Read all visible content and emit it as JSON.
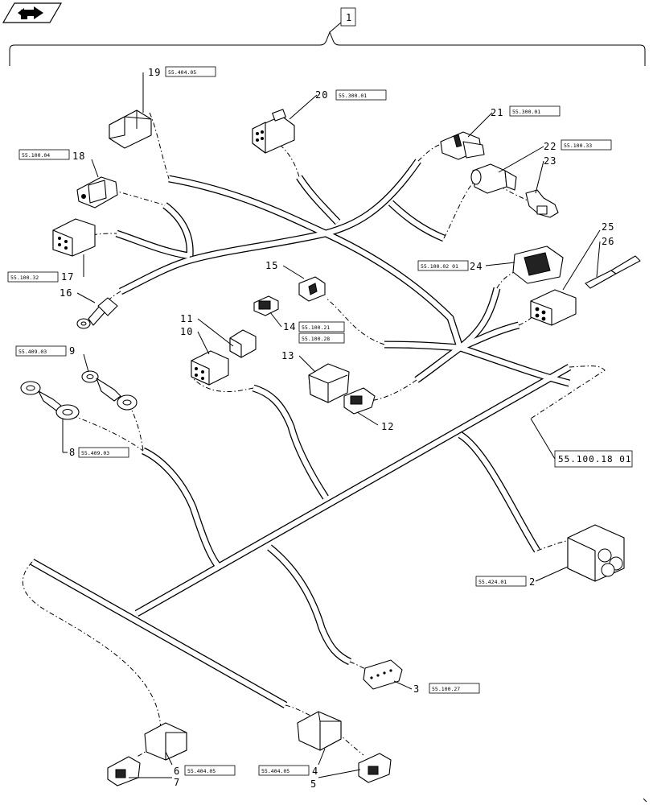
{
  "item_number": "1",
  "nav_icon": "back-arrow-icon",
  "callouts": {
    "2": {
      "num": "2",
      "ref": "55.424.01"
    },
    "3": {
      "num": "3",
      "ref": "55.100.27"
    },
    "4": {
      "num": "4",
      "ref": "55.404.05"
    },
    "5": {
      "num": "5"
    },
    "6": {
      "num": "6",
      "ref": "55.404.05"
    },
    "7": {
      "num": "7"
    },
    "8": {
      "num": "8",
      "ref": "55.409.03"
    },
    "9": {
      "num": "9",
      "ref": "55.409.03"
    },
    "10": {
      "num": "10"
    },
    "11": {
      "num": "11"
    },
    "12": {
      "num": "12"
    },
    "13": {
      "num": "13"
    },
    "14": {
      "num": "14",
      "ref": "55.100.21",
      "ref2": "55.100.28"
    },
    "15": {
      "num": "15"
    },
    "16": {
      "num": "16"
    },
    "17": {
      "num": "17",
      "ref": "55.100.32"
    },
    "18": {
      "num": "18",
      "ref": "55.100.04"
    },
    "19": {
      "num": "19",
      "ref": "55.404.05"
    },
    "20": {
      "num": "20",
      "ref": "55.300.01"
    },
    "21": {
      "num": "21",
      "ref": "55.300.01"
    },
    "22": {
      "num": "22",
      "ref": "55.100.33"
    },
    "23": {
      "num": "23"
    },
    "24": {
      "num": "24",
      "ref": "55.100.02 01"
    },
    "25": {
      "num": "25"
    },
    "26": {
      "num": "26"
    }
  },
  "continuation_ref": "55.100.18 01"
}
